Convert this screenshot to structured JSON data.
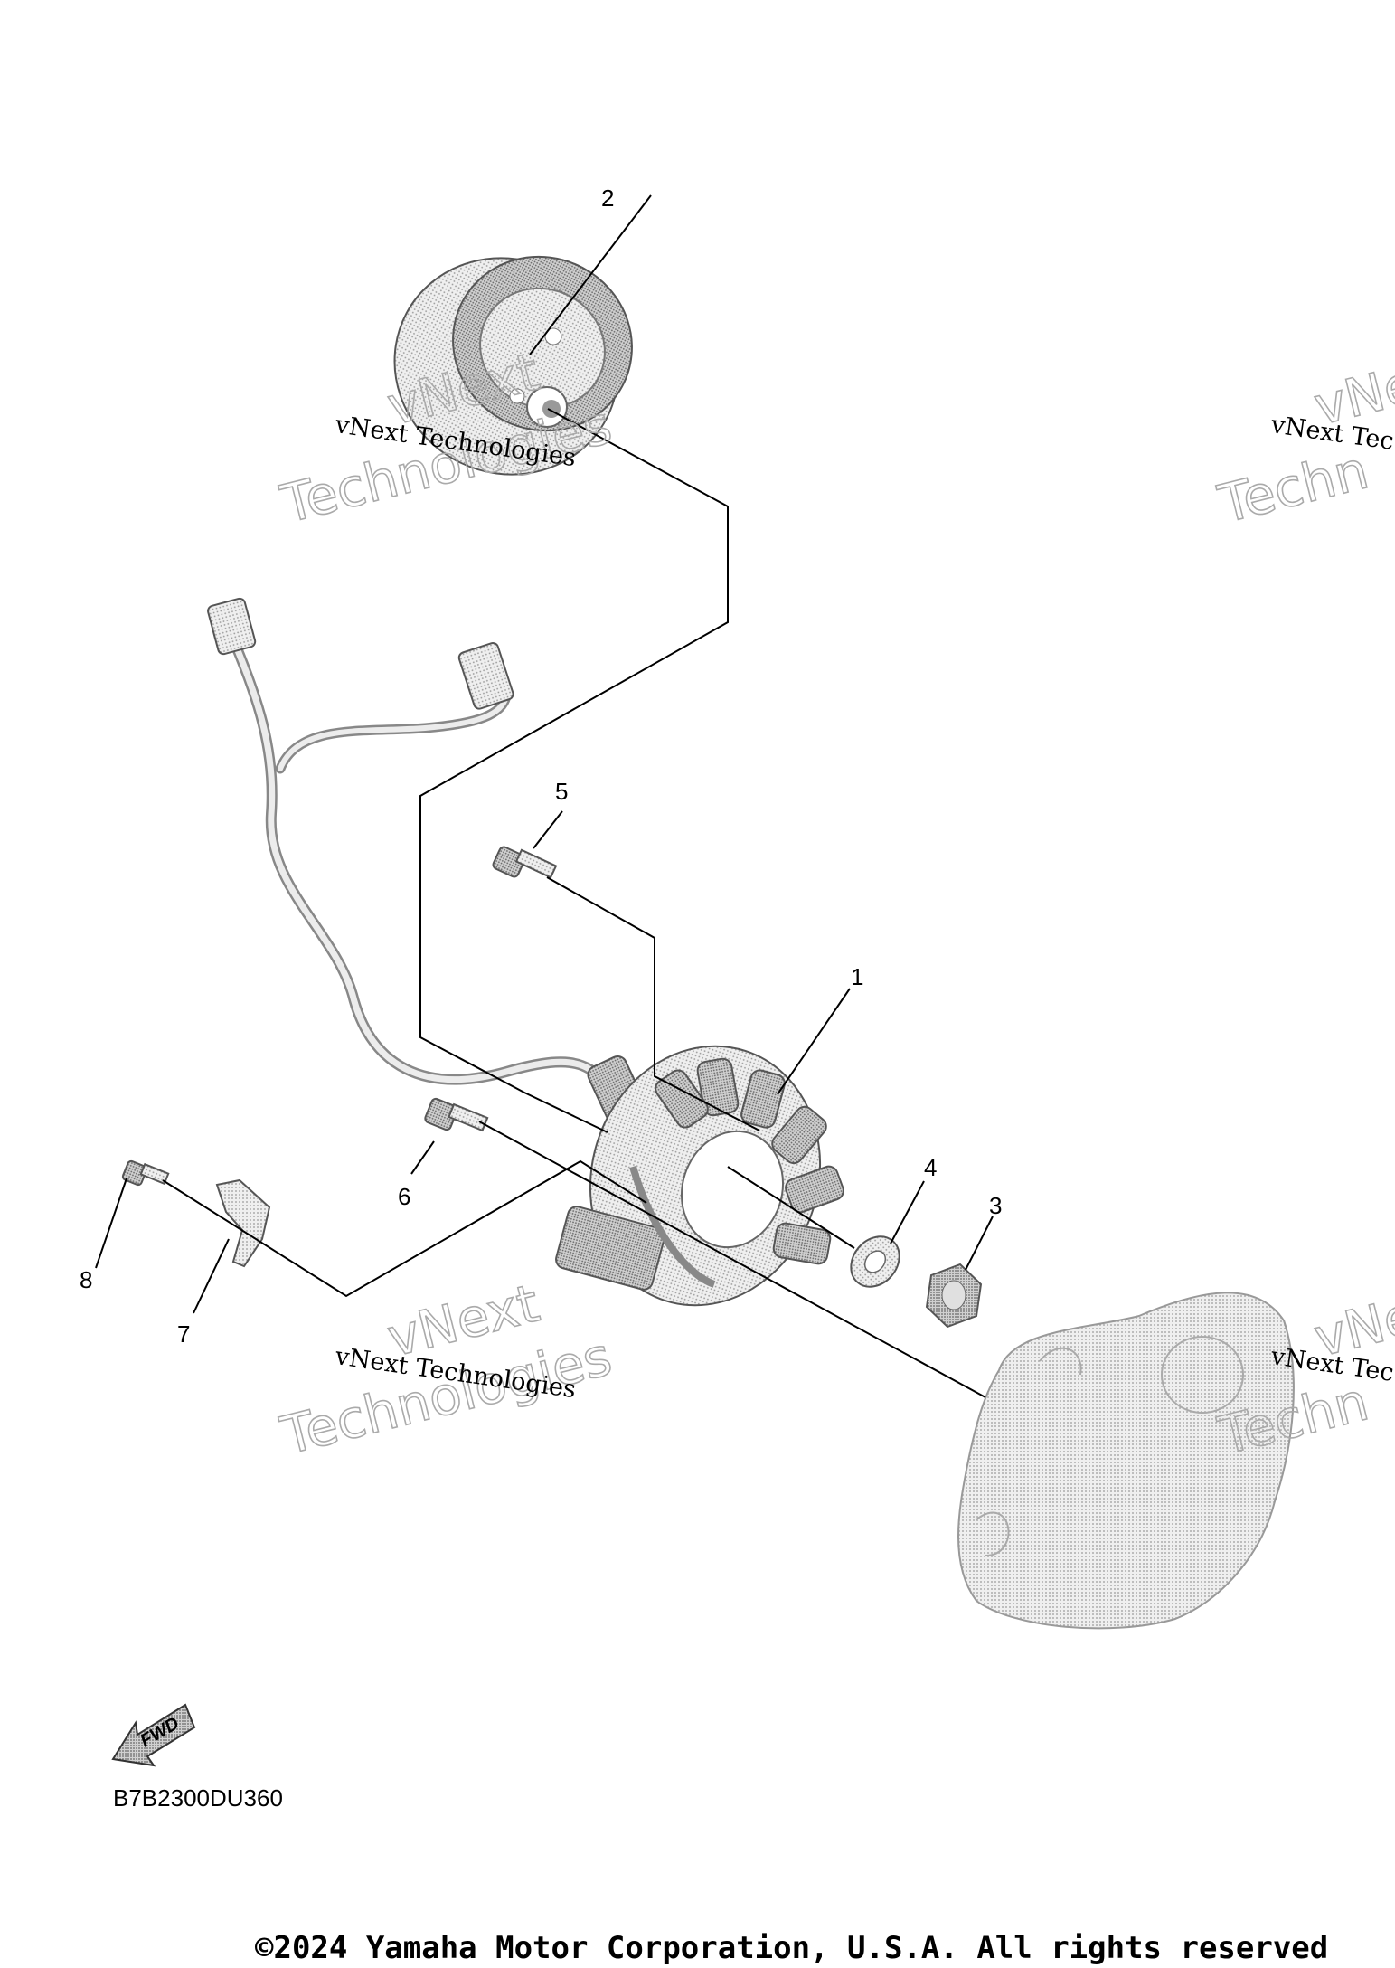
{
  "diagram": {
    "callouts": [
      "1",
      "2",
      "3",
      "4",
      "5",
      "6",
      "7",
      "8"
    ],
    "fwd_label": "FWD",
    "diagram_code": "B7B2300DU360",
    "watermark_line1": "vNext Technologies",
    "watermark_line2_big": "vNext",
    "watermark_line3_big": "Technologies",
    "watermark_right_small": "vNext Tec",
    "watermark_right_big_top": "vNe",
    "watermark_right_big_bottom": "Techn"
  },
  "footer": {
    "copyright": "©2024 Yamaha Motor Corporation, U.S.A. All rights reserved"
  },
  "colors": {
    "part_fill": "#e6e6e6",
    "part_dark": "#bdbdbd",
    "line": "#000000"
  }
}
